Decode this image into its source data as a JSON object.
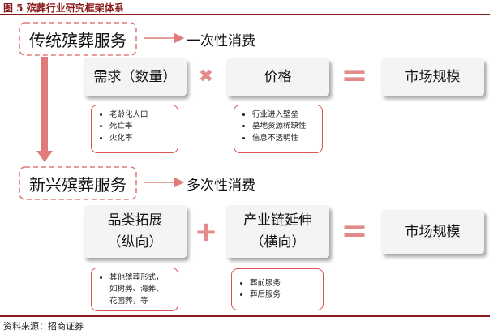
{
  "figure": {
    "title": "图 5  殡葬行业研究框架体系",
    "source": "资料来源：招商证券"
  },
  "traditional": {
    "segment_label": "传统殡葬服务",
    "consumption_label": "一次性消费",
    "demand_label": "需求（数量）",
    "multiply_op": "✖",
    "price_label": "价格",
    "equals_op": "=",
    "result_label": "市场规模",
    "demand_notes": [
      "老龄化人口",
      "死亡率",
      "火化率"
    ],
    "price_notes": [
      "行业进入壁垒",
      "墓地资源稀缺性",
      "信息不透明性"
    ]
  },
  "emerging": {
    "segment_label": "新兴殡葬服务",
    "consumption_label": "多次性消费",
    "category_label_line1": "品类拓展",
    "category_label_line2": "（纵向）",
    "plus_op": "+",
    "chain_label_line1": "产业链延伸",
    "chain_label_line2": "（横向）",
    "equals_op": "=",
    "result_label": "市场规模",
    "category_notes": [
      "其他殡葬形式，",
      "如树葬、海葬、",
      "花园葬，等"
    ],
    "chain_notes": [
      "葬前服务",
      "葬后服务"
    ]
  },
  "colors": {
    "accent_red": "#8b1a1a",
    "arrow_pink": "#e07b79",
    "operator_pink": "#e38b8a",
    "note_border": "#d9544f",
    "box_fill": "#f4f4f4"
  }
}
